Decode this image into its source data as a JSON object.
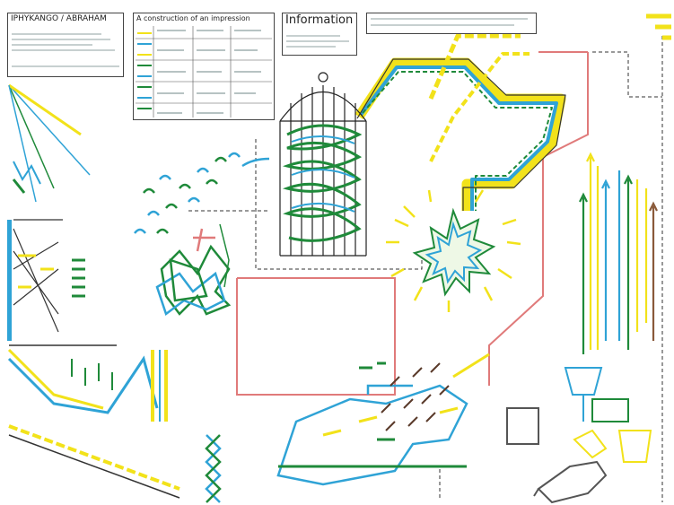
{
  "title_box": {
    "title": "IPHYKANGO / ABRAHAM"
  },
  "legend_box": {
    "title": "A construction of an impression"
  },
  "info_box": {
    "title": "Information"
  },
  "colors": {
    "yellow": "#f2e21a",
    "green": "#1f8a3a",
    "blue": "#2fa3d6",
    "red": "#e07a7a",
    "dark": "#3a3a3a",
    "olive": "#8c8c2a"
  },
  "icons": [
    "birdcage-icon",
    "bird-icon",
    "spiral-icon",
    "burst-icon",
    "arrow-icon",
    "cup-icon",
    "bottle-icon",
    "pipe-icon"
  ]
}
